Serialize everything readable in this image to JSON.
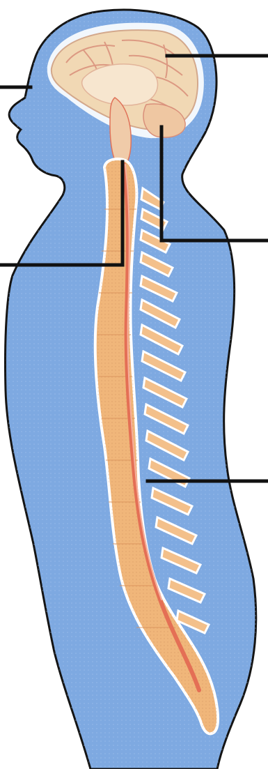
{
  "diagram": {
    "colors": {
      "background": "#ffffff",
      "body_fill": "#7ea9e1",
      "body_outline": "#141414",
      "bone": "#f0b67a",
      "bone_dark": "#d9935c",
      "cord": "#e46f55",
      "brain": "#f1d8b4",
      "brain_folds": "#d98f7a",
      "leader_line": "#111111"
    },
    "labels": [
      {
        "id": "brain",
        "text": ""
      },
      {
        "id": "head",
        "text": ""
      },
      {
        "id": "brainstem",
        "text": ""
      },
      {
        "id": "neck-cord",
        "text": ""
      },
      {
        "id": "spinal-cord",
        "text": ""
      }
    ]
  }
}
